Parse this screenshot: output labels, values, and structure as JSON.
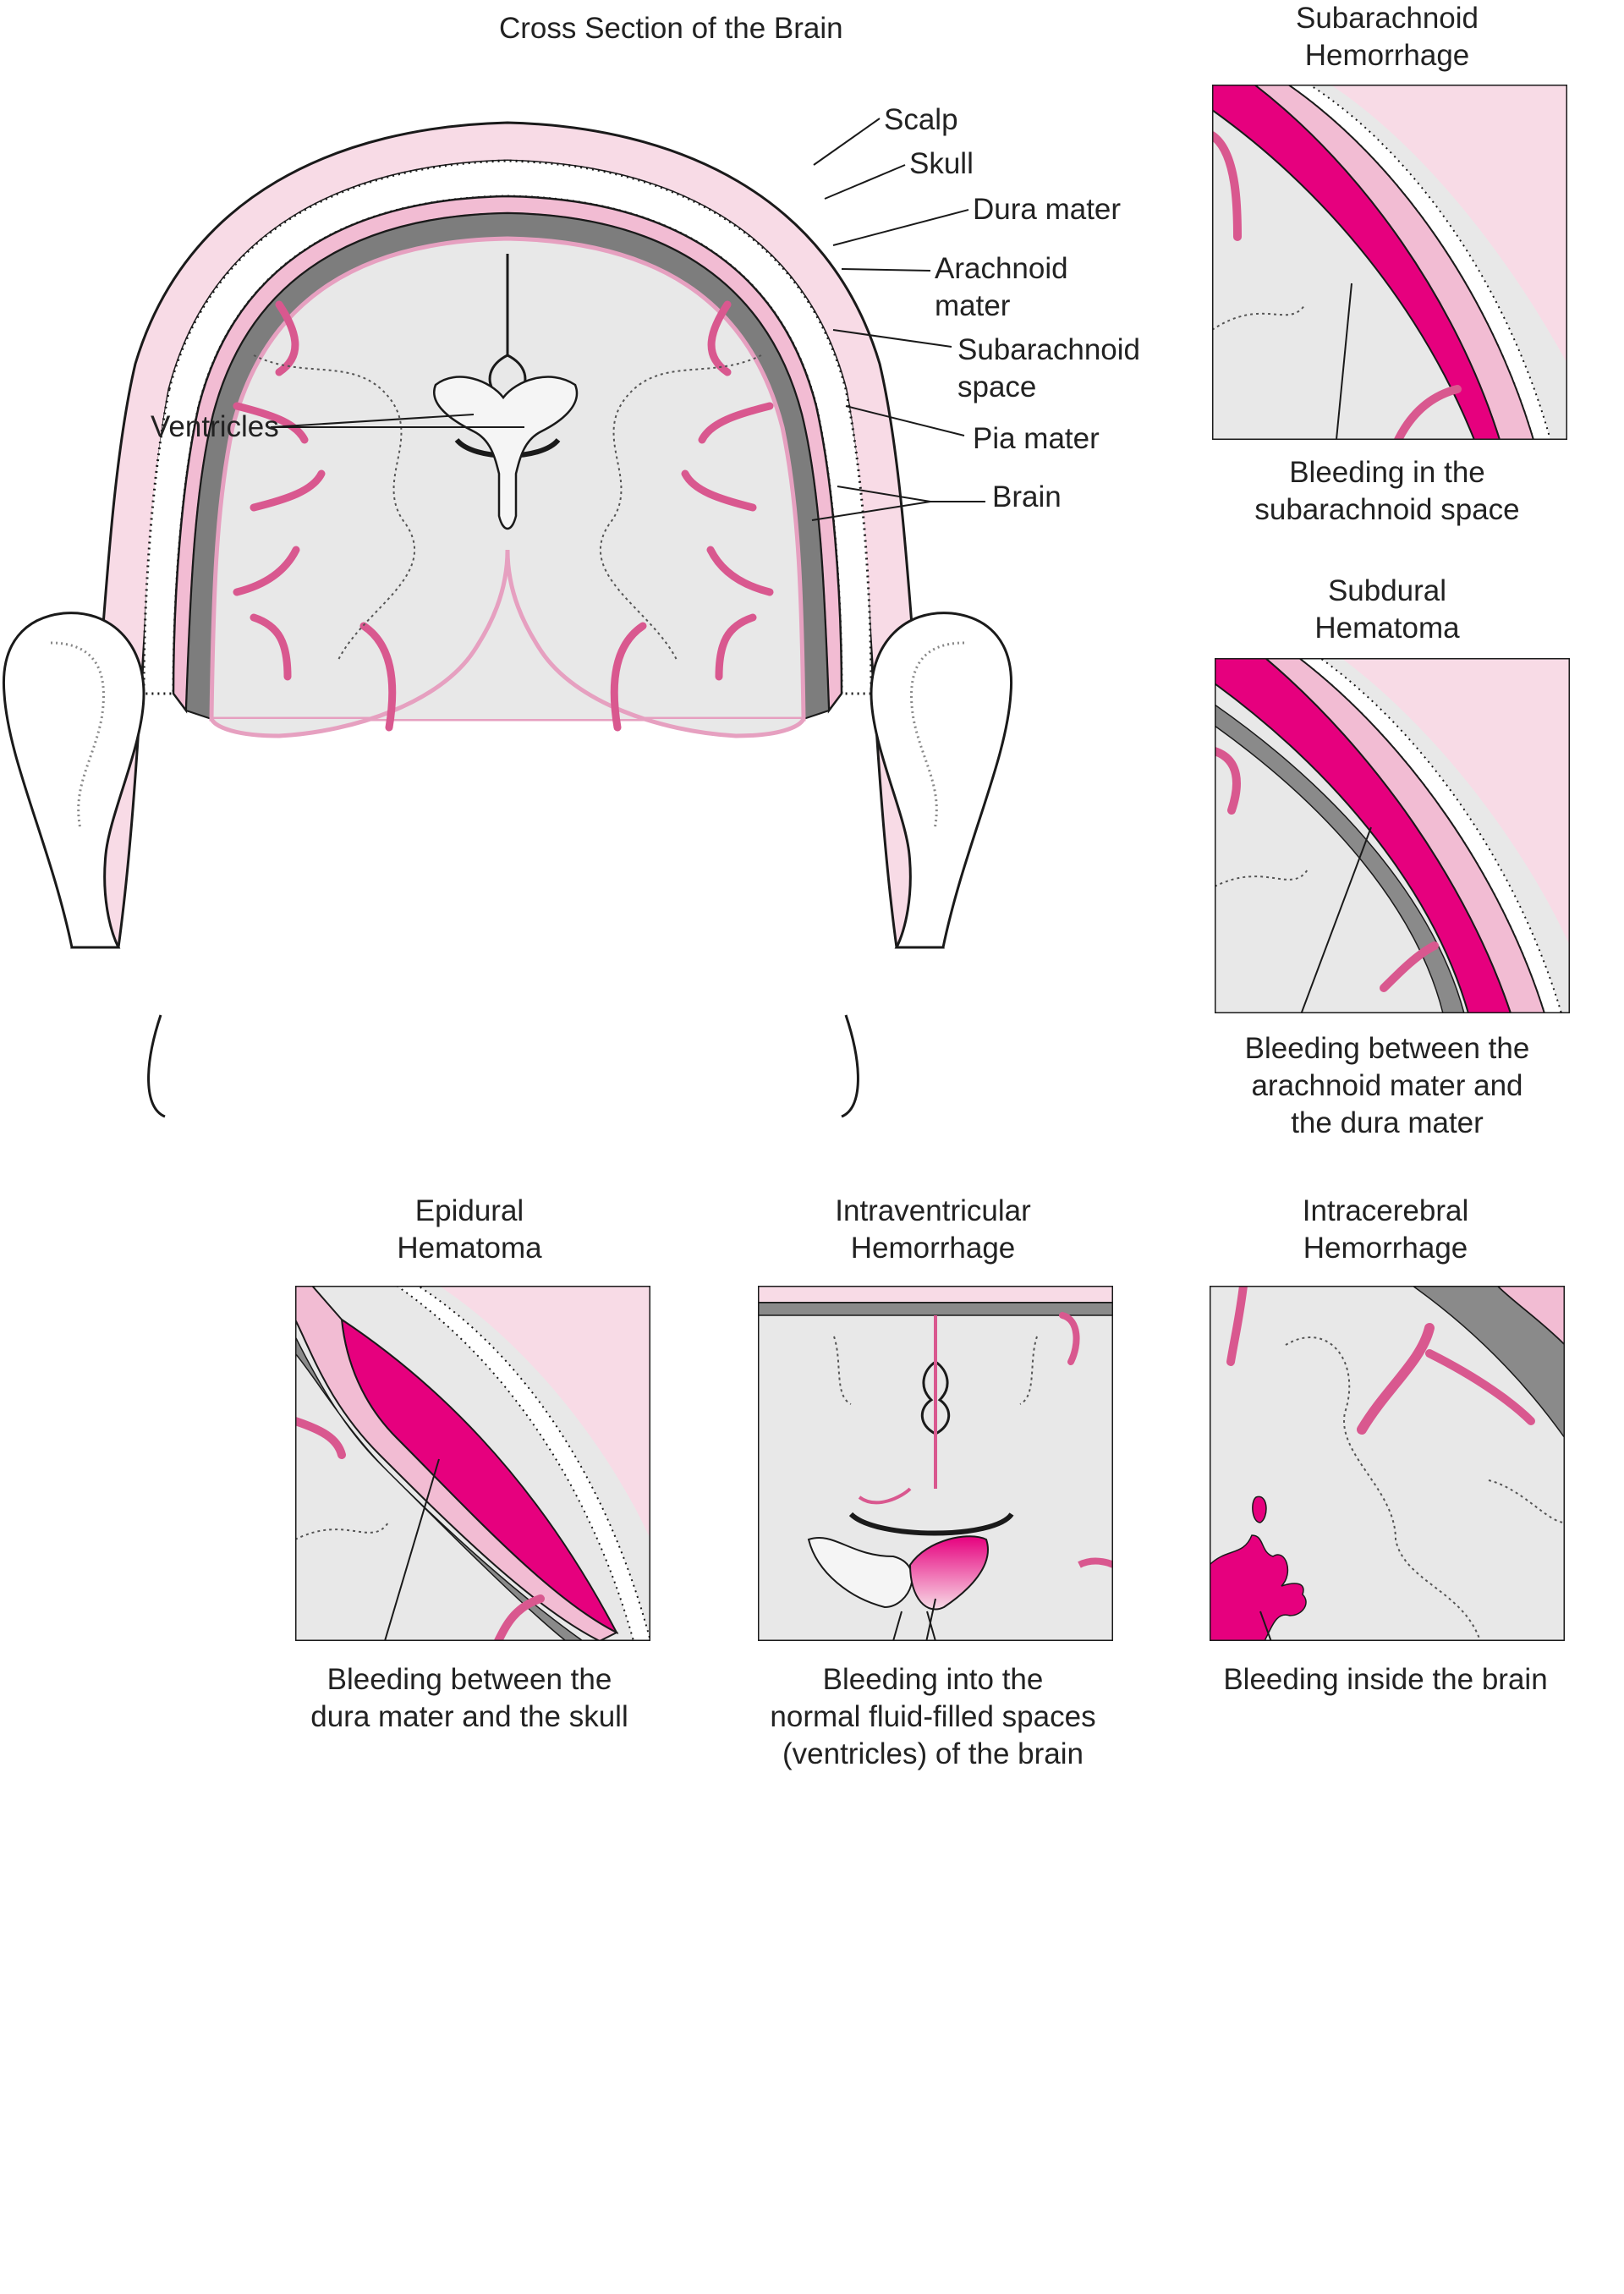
{
  "main": {
    "title": "Cross Section of the Brain",
    "labels": {
      "scalp": "Scalp",
      "skull": "Skull",
      "dura": "Dura mater",
      "arachnoid": [
        "Arachnoid",
        "mater"
      ],
      "subarachnoid": [
        "Subarachnoid",
        "space"
      ],
      "pia": "Pia mater",
      "brain": "Brain",
      "ventricles": "Ventricles"
    }
  },
  "panels": {
    "subarachnoid": {
      "title": [
        "Subarachnoid",
        "Hemorrhage"
      ],
      "caption": [
        "Bleeding in the",
        "subarachnoid space"
      ]
    },
    "subdural": {
      "title": [
        "Subdural",
        "Hematoma"
      ],
      "caption": [
        "Bleeding between the",
        "arachnoid mater and",
        "the dura mater"
      ]
    },
    "epidural": {
      "title": [
        "Epidural",
        "Hematoma"
      ],
      "caption": [
        "Bleeding between the",
        "dura mater and the skull"
      ]
    },
    "intraventricular": {
      "title": [
        "Intraventricular",
        "Hemorrhage"
      ],
      "caption": [
        "Bleeding into the",
        "normal fluid-filled spaces",
        "(ventricles) of the brain"
      ]
    },
    "intracerebral": {
      "title": [
        "Intracerebral",
        "Hemorrhage"
      ],
      "caption": [
        "Bleeding inside the brain"
      ]
    }
  },
  "colors": {
    "blood": "#e6007e",
    "membrane": "#f2bcd3",
    "scalp": "#f8dbe6",
    "brain": "#e8e8e8",
    "space": "#8a8a8a",
    "outline": "#1a1a1a"
  }
}
